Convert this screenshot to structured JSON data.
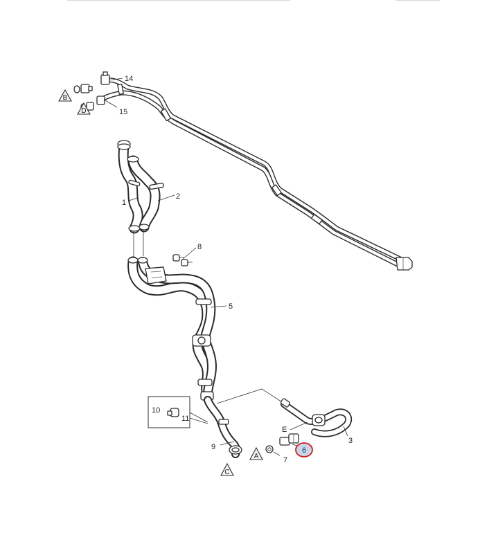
{
  "callouts": {
    "c1": "1",
    "c2": "2",
    "c3": "3",
    "c5": "5",
    "c6": "6",
    "c7": "7",
    "c8": "8",
    "c9": "9",
    "c10": "10",
    "c11": "11",
    "c14": "14",
    "c15": "15",
    "cE": "E"
  },
  "reference_markers": {
    "a": "A",
    "b": "B",
    "c": "C",
    "d": "D"
  },
  "highlight": {
    "callout": "6",
    "ring_color": "#d01818",
    "fill_color": "#c9d6ea"
  }
}
